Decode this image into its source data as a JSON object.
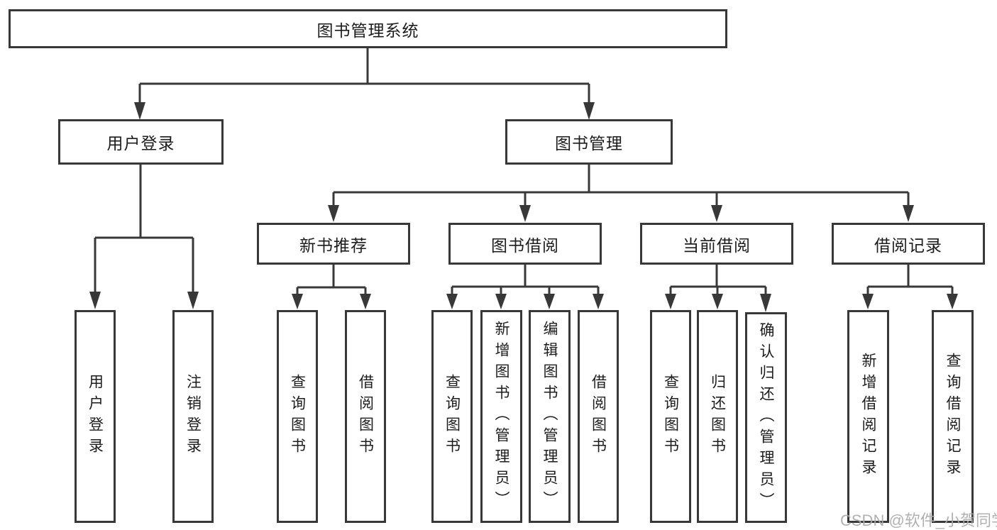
{
  "diagram": {
    "root": "图书管理系统",
    "level2": {
      "user_login": "用户登录",
      "book_management": "图书管理"
    },
    "level3": {
      "new_book_recommend": "新书推荐",
      "book_borrow": "图书借阅",
      "current_borrow": "当前借阅",
      "borrow_records": "借阅记录"
    },
    "leaves": {
      "user_login": [
        "用户登录",
        "注销登录"
      ],
      "new_book_recommend": [
        "查询图书",
        "借阅图书"
      ],
      "book_borrow": [
        "查询图书",
        "新增图书（管理员）",
        "编辑图书（管理员）",
        "借阅图书"
      ],
      "current_borrow": [
        "查询图书",
        "归还图书",
        "确认归还（管理员）"
      ],
      "borrow_records": [
        "新增借阅记录",
        "查询借阅记录"
      ]
    }
  },
  "watermark": "CSDN @软件_小贺同学",
  "colors": {
    "line": "#383838",
    "border": "#383838",
    "text": "#1c1c1c",
    "watermark": "#ababab",
    "background": "#ffffff"
  }
}
